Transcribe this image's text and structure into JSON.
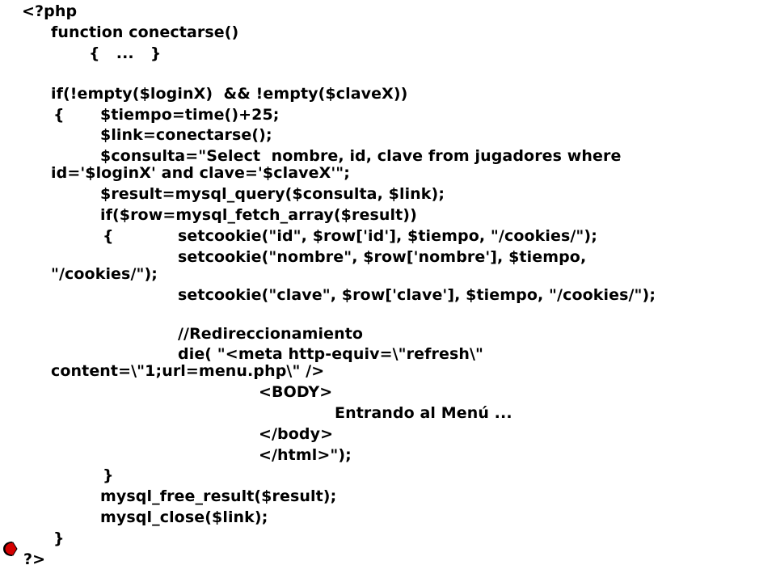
{
  "code": {
    "l01": "<?php",
    "l02": "function conectarse()",
    "l03": "{   ...   }",
    "l04": "if(!empty($loginX)  && !empty($claveX))",
    "l05a": "{",
    "l05b": "$tiempo=time()+25;",
    "l06": "$link=conectarse();",
    "l07": "$consulta=\"Select  nombre, id, clave from jugadores where",
    "l08": "id='$loginX' and clave='$claveX'\";",
    "l09": "$result=mysql_query($consulta, $link);",
    "l10": "if($row=mysql_fetch_array($result))",
    "l11a": "{",
    "l11b": "setcookie(\"id\", $row['id'], $tiempo, \"/cookies/\");",
    "l12": "setcookie(\"nombre\", $row['nombre'], $tiempo,",
    "l13": "\"/cookies/\");",
    "l14": "setcookie(\"clave\", $row['clave'], $tiempo, \"/cookies/\");",
    "l15": "//Redireccionamiento",
    "l16": "die( \"<meta http-equiv=\\\"refresh\\\"",
    "l17": "content=\\\"1;url=menu.php\\\" />",
    "l18": "<BODY>",
    "l19": "Entrando al Menú ...",
    "l20": "</body>",
    "l21": "</html>\");",
    "l22": "}",
    "l23": "mysql_free_result($result);",
    "l24": "mysql_close($link);",
    "l25": "}",
    "l26": "?>"
  },
  "colors": {
    "icon_red": "#d40000",
    "icon_outline": "#000000"
  },
  "icons": {
    "nav": "previous-slide-icon"
  }
}
